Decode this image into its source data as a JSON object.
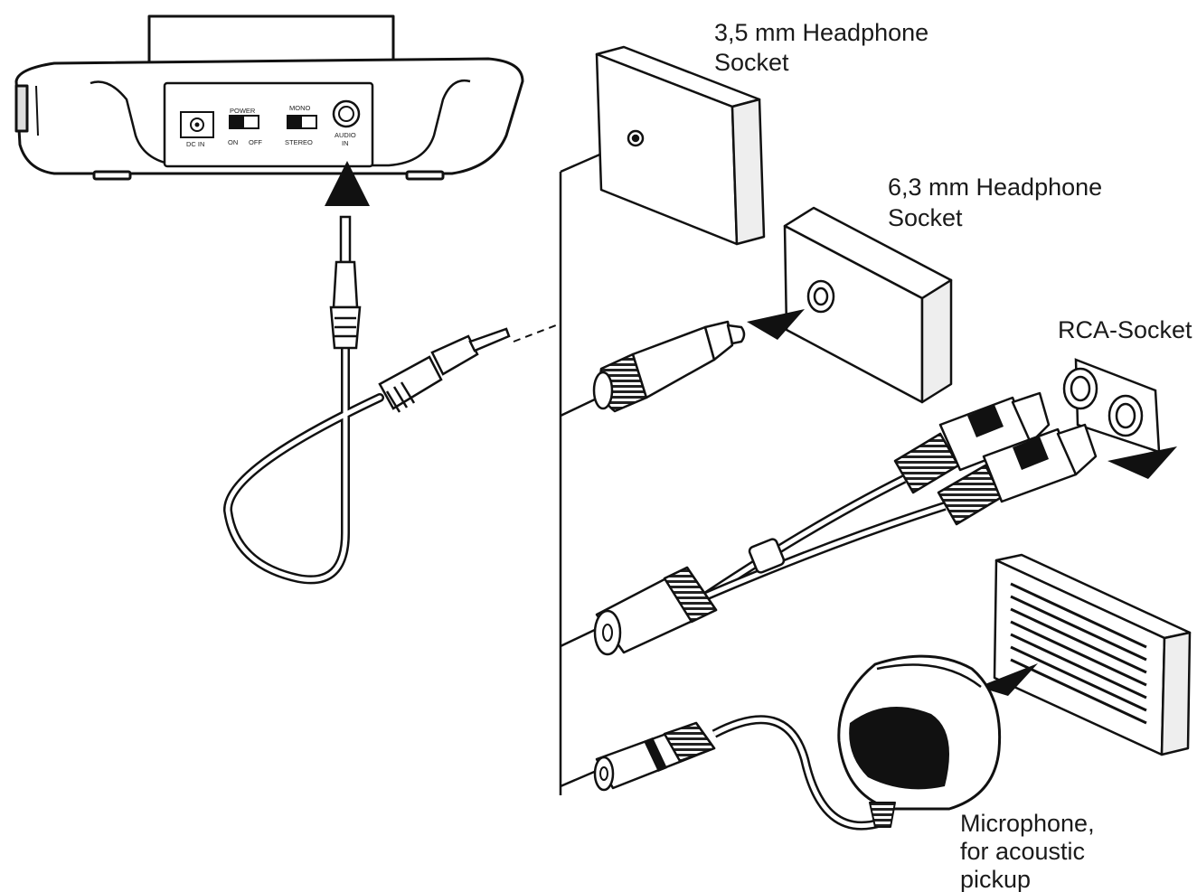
{
  "labels": {
    "socket_35_line1": "3,5  mm  Headphone",
    "socket_35_line2": "Socket",
    "socket_63_line1": "6,3  mm  Headphone",
    "socket_63_line2": "Socket",
    "rca": "RCA-Socket",
    "mic_line1": "Microphone,",
    "mic_line2": "for acoustic",
    "mic_line3": "pickup"
  },
  "device_panel": {
    "dc_in": "DC IN",
    "power": "POWER",
    "on": "ON",
    "off": "OFF",
    "mono": "MONO",
    "stereo": "STEREO",
    "audio": "AUDIO",
    "in": "IN"
  }
}
